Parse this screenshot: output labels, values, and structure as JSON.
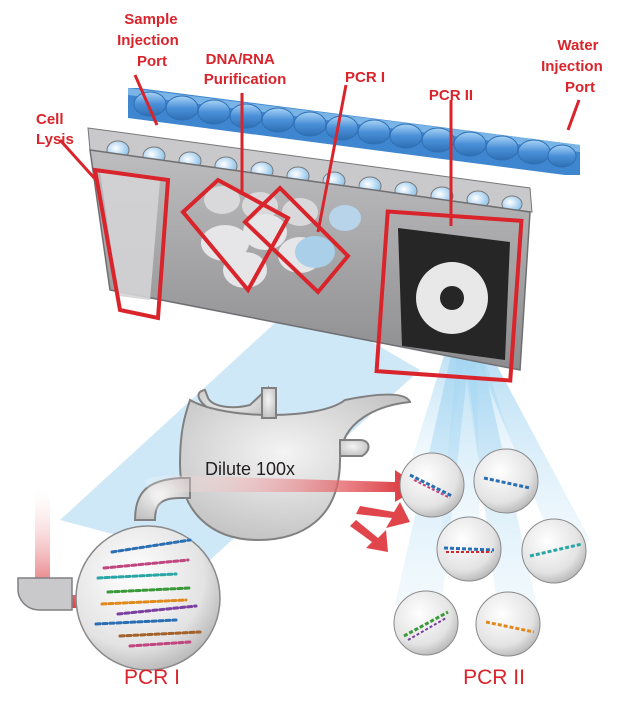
{
  "labels": {
    "sample_injection_port": [
      "Sample",
      "Injection",
      "Port"
    ],
    "dna_rna_purification": [
      "DNA/RNA",
      "Purification"
    ],
    "pcr_one_top": "PCR I",
    "pcr_two_top": "PCR II",
    "water_injection_port": [
      "Water",
      "Injection",
      "Port"
    ],
    "cell_lysis": [
      "Cell",
      "Lysis"
    ],
    "dilute": "Dilute 100x",
    "pcr_one_bottom": "PCR I",
    "pcr_two_bottom": "PCR II"
  },
  "colors": {
    "accent_red": "#d9242b",
    "tube_blue": "#4a90d9",
    "chip_grey": "#9e9ea0",
    "dark_panel": "#2a2a2a",
    "beam_blue": "#7ec3ea"
  },
  "icons": [
    "microfluidic-cartridge",
    "tube-manifold",
    "pcr-chamber-array",
    "arrow-icon",
    "dna-strand-icon"
  ]
}
